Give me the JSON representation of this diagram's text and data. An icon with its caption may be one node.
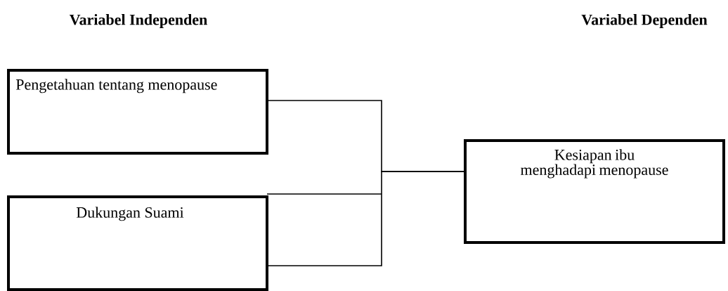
{
  "diagram": {
    "nodes": [
      {
        "text": [
          "Pengetahuan tentang menopause"
        ]
      },
      {
        "text": [
          "Dukungan Suami"
        ]
      },
      {
        "text": [
          "Kesiapan ibu menghadapi menopause"
        ]
      }
    ],
    "edges": [
      {
        "from": 0,
        "to": 2,
        "arrow": "none"
      },
      {
        "from": 1,
        "to": 2,
        "arrow": "none"
      }
    ],
    "labels": [
      "Variabel Independen",
      "Variabel Dependen"
    ]
  }
}
